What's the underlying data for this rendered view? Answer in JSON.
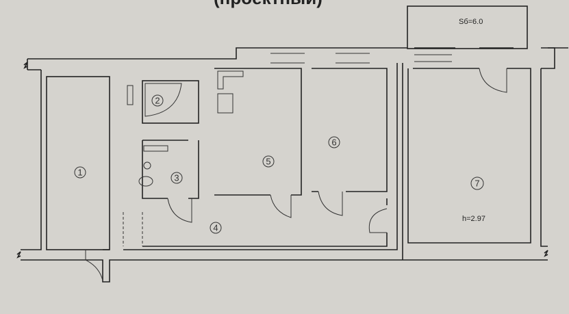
{
  "title": "(проектный)",
  "balcony_area": "Sб=6.0",
  "ceiling_height": "h=2.97",
  "rooms": [
    {
      "number": "1"
    },
    {
      "number": "2"
    },
    {
      "number": "3"
    },
    {
      "number": "4"
    },
    {
      "number": "5"
    },
    {
      "number": "6"
    },
    {
      "number": "7"
    }
  ]
}
